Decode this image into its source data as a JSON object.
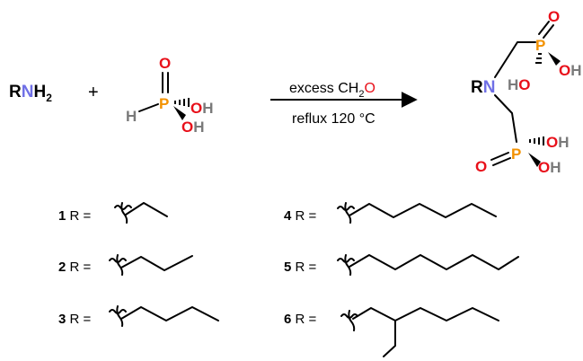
{
  "colors": {
    "nitrogen": "#6f6fe6",
    "phosphorus": "#f39200",
    "oxygen": "#e8101a",
    "hydrogen": "#7a7a7a",
    "carbon": "#000000"
  },
  "reaction": {
    "reactant1": {
      "r": "R",
      "n": "N",
      "h": "H",
      "h_count": "2"
    },
    "plus": "+",
    "reactant2": {
      "h": "H",
      "p": "P",
      "o": "O",
      "oh1": "OH",
      "oh2": "OH"
    },
    "conditions": {
      "above_prefix": "excess CH",
      "above_sub": "2",
      "above_o": "O",
      "below": "reflux 120 °C"
    },
    "product": {
      "r": "R",
      "n": "N",
      "p1": "P",
      "o1": "O",
      "oh1a": "OH",
      "oh1b": "HO",
      "p2": "P",
      "o2": "O",
      "oh2a": "OH",
      "oh2b": "OH"
    }
  },
  "substituents": [
    {
      "id": "1",
      "label_suffix": " R =",
      "group": "ethyl"
    },
    {
      "id": "2",
      "label_suffix": " R =",
      "group": "n-propyl"
    },
    {
      "id": "3",
      "label_suffix": " R =",
      "group": "n-butyl"
    },
    {
      "id": "4",
      "label_suffix": " R =",
      "group": "n-hexyl"
    },
    {
      "id": "5",
      "label_suffix": " R =",
      "group": "n-heptyl"
    },
    {
      "id": "6",
      "label_suffix": " R =",
      "group": "2-ethylhexyl"
    }
  ]
}
